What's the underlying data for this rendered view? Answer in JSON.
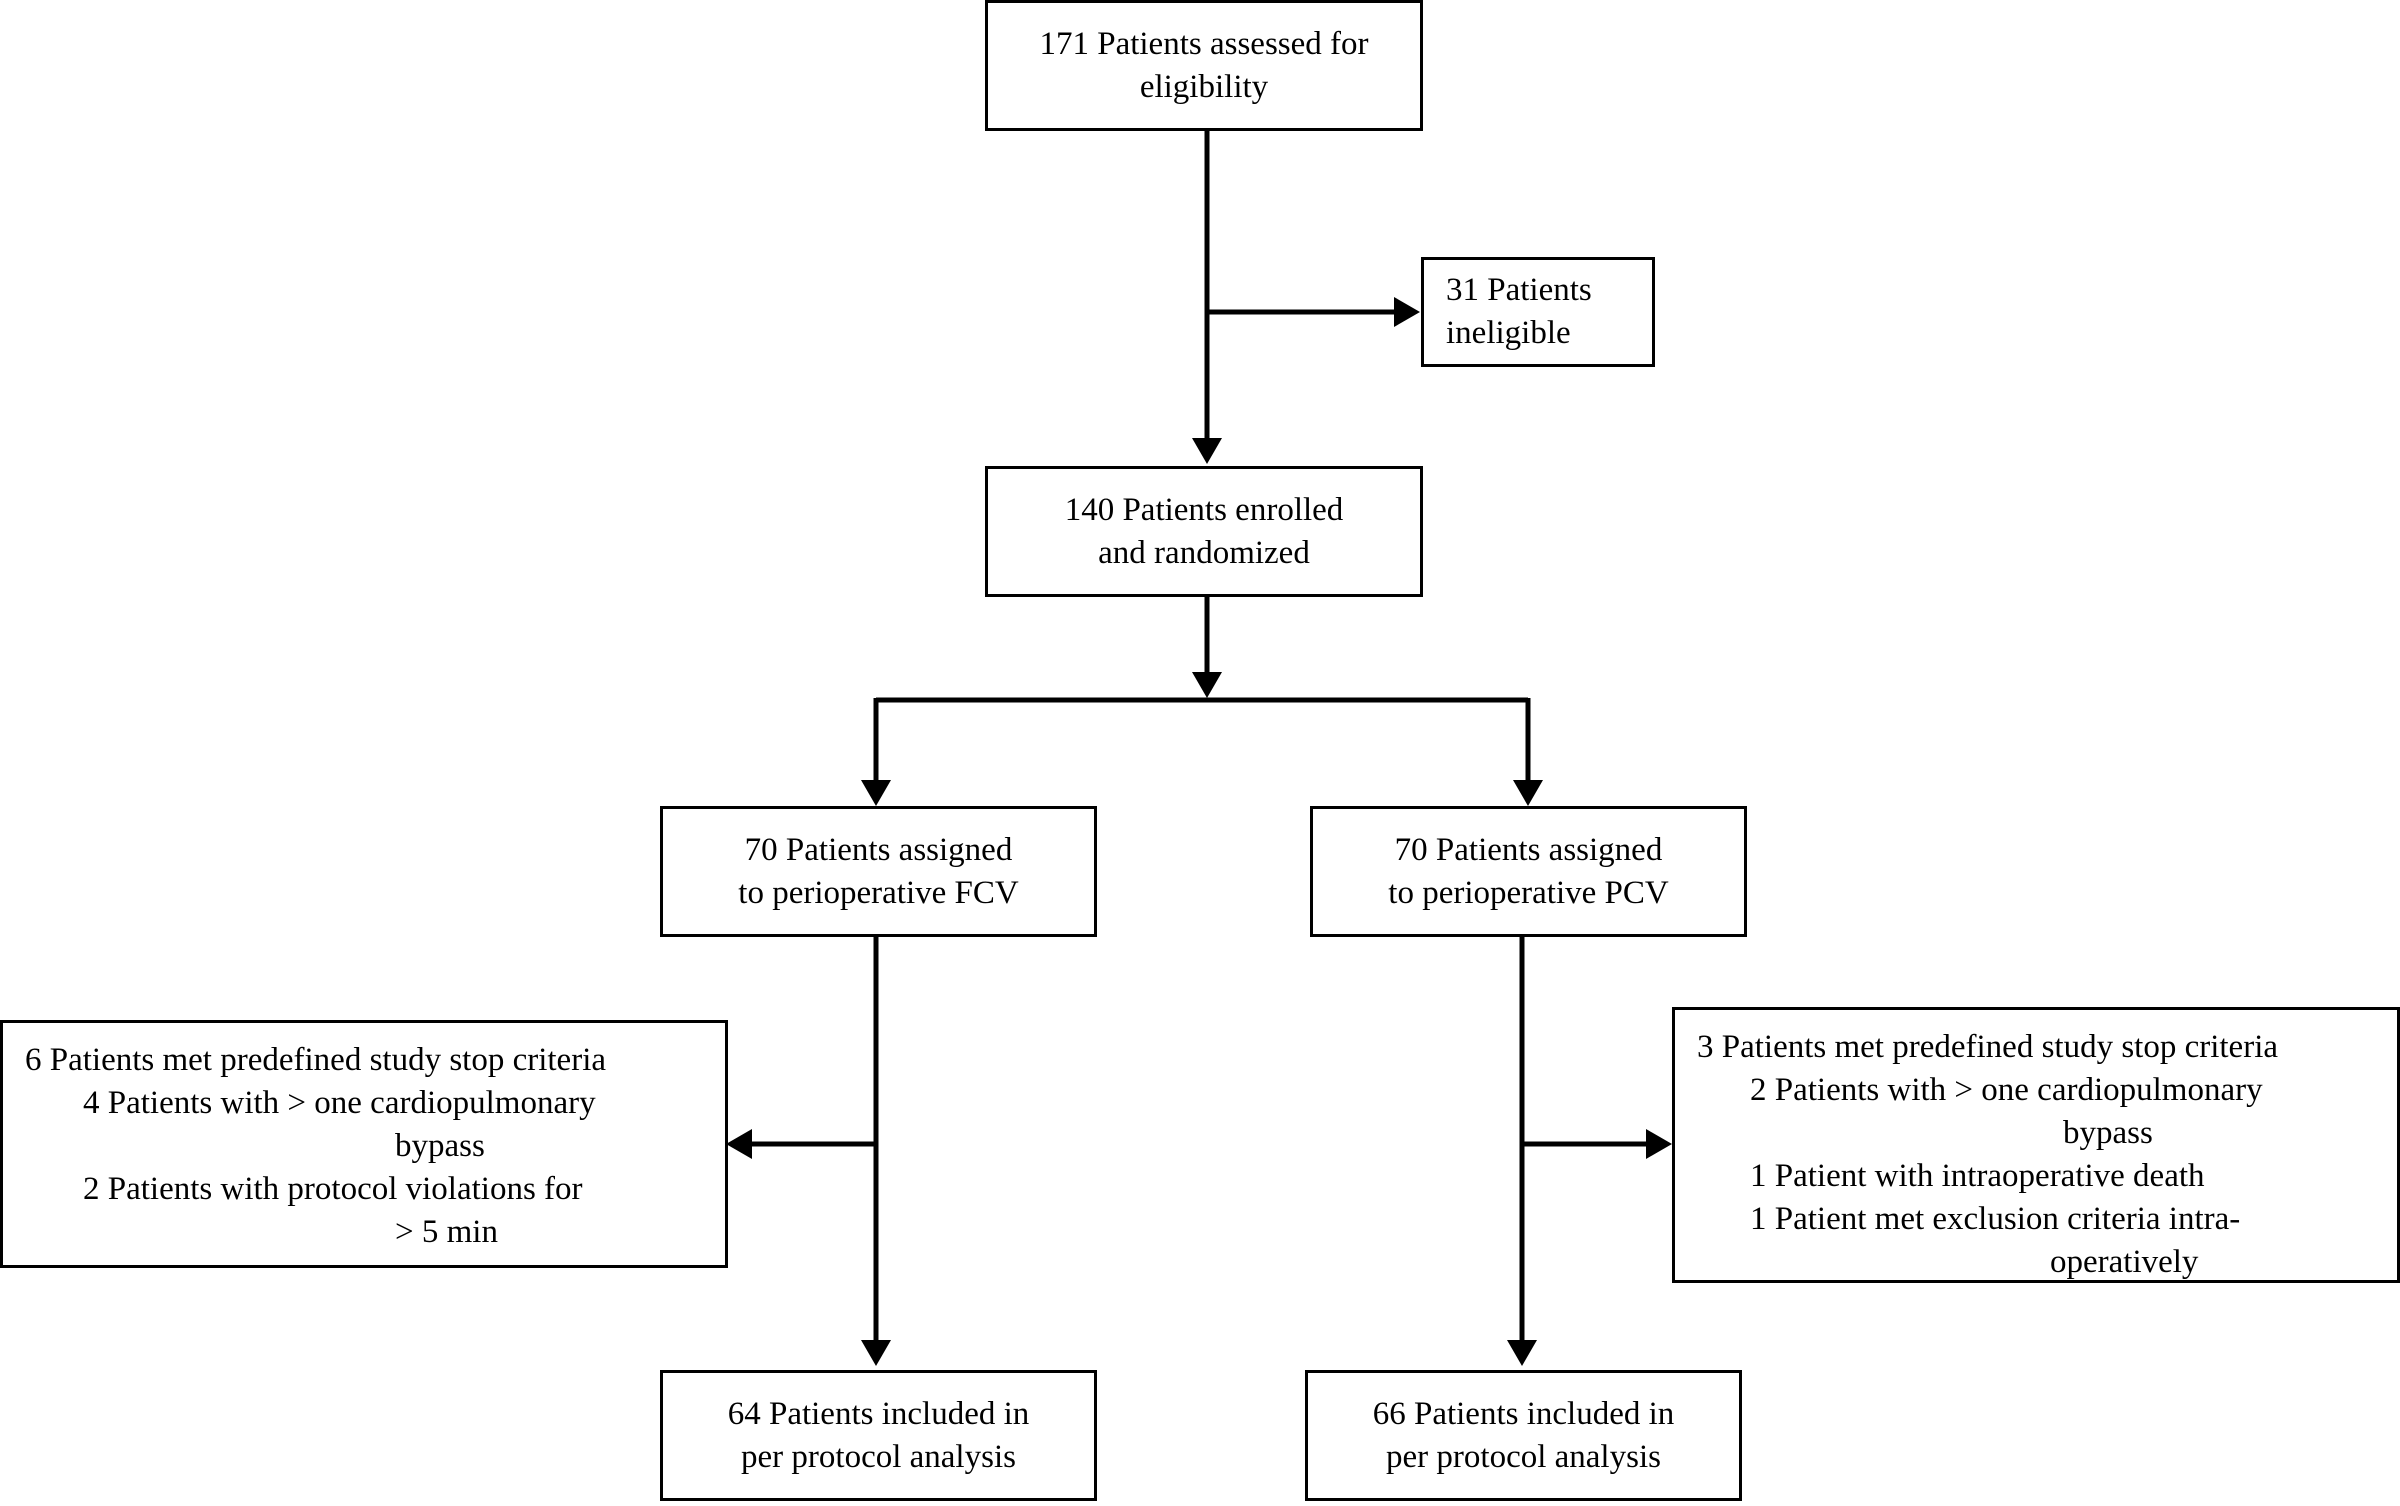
{
  "flowchart": {
    "assessed": [
      "171 Patients assessed for",
      "eligibility"
    ],
    "ineligible": [
      "31 Patients",
      "ineligible"
    ],
    "enrolled": [
      "140 Patients enrolled",
      "and randomized"
    ],
    "left_arm": {
      "assigned": [
        "70 Patients assigned",
        "to perioperative FCV"
      ],
      "stopped": [
        "6 Patients met predefined study stop criteria",
        "4 Patients with > one cardiopulmonary",
        "bypass",
        "2 Patients with protocol violations for",
        "> 5 min"
      ],
      "included": [
        "64 Patients included in",
        "per protocol analysis"
      ]
    },
    "right_arm": {
      "assigned": [
        "70 Patients assigned",
        "to perioperative PCV"
      ],
      "stopped": [
        "3 Patients met predefined study stop criteria",
        "2 Patients with > one cardiopulmonary",
        "bypass",
        "1 Patient with intraoperative death",
        "1 Patient met exclusion criteria intra-",
        "operatively"
      ],
      "included": [
        "66 Patients included in",
        "per protocol analysis"
      ]
    }
  }
}
